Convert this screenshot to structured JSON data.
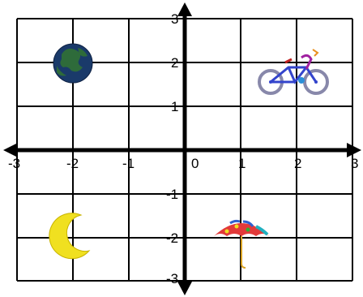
{
  "diagram": {
    "type": "coordinate-grid",
    "x_range": [
      -3,
      3
    ],
    "y_range": [
      -3,
      3
    ],
    "grid": true,
    "x_tick_labels": [
      {
        "value": -3,
        "text": "-3"
      },
      {
        "value": -2,
        "text": "-2"
      },
      {
        "value": -1,
        "text": "-1"
      },
      {
        "value": 0,
        "text": "0"
      },
      {
        "value": 1,
        "text": "1"
      },
      {
        "value": 2,
        "text": "2"
      },
      {
        "value": 3,
        "text": "3"
      }
    ],
    "y_tick_labels": [
      {
        "value": 3,
        "text": "3"
      },
      {
        "value": 2,
        "text": "2"
      },
      {
        "value": 1,
        "text": "1"
      },
      {
        "value": -1,
        "text": "-1"
      },
      {
        "value": -2,
        "text": "-2"
      },
      {
        "value": -3,
        "text": "-3"
      }
    ],
    "pictures": [
      {
        "name": "earth-globe-icon",
        "x": -2,
        "y": 2
      },
      {
        "name": "bicycle-icon",
        "x": 2,
        "y": 2
      },
      {
        "name": "crescent-moon-icon",
        "x": -2,
        "y": -2
      },
      {
        "name": "umbrella-icon",
        "x": 1,
        "y": -2
      }
    ],
    "colors": {
      "grid": "#000000",
      "axis": "#000000",
      "earth_ocean": "#1a3a6a",
      "earth_land": "#2e6b3a",
      "moon": "#f0e020",
      "bicycle_frame": "#3344cc",
      "bicycle_wheel": "#8888aa",
      "umbrella_canopy": "#e23a3a",
      "umbrella_handle": "#d8a020"
    }
  }
}
